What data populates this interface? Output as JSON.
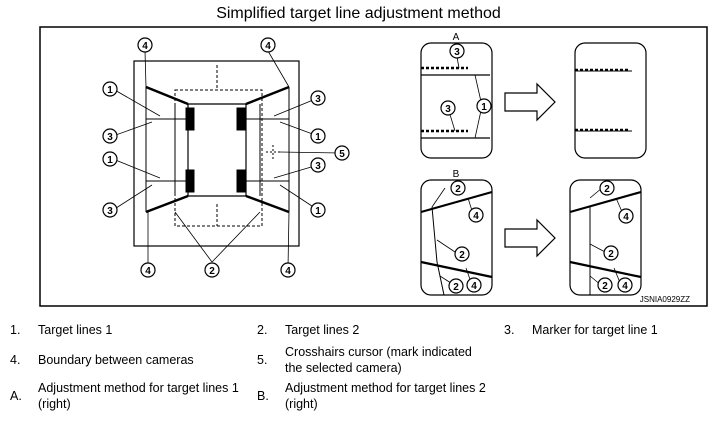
{
  "title": "Simplified target line adjustment method",
  "figure": {
    "callouts": [
      "1",
      "2",
      "3",
      "4",
      "5"
    ],
    "panel_a_label": "A",
    "panel_b_label": "B",
    "figure_code": "JSNIA0929ZZ"
  },
  "legend": [
    {
      "key": "1.",
      "text": "Target lines 1"
    },
    {
      "key": "2.",
      "text": "Target lines 2"
    },
    {
      "key": "3.",
      "text": "Marker for target line 1"
    },
    {
      "key": "4.",
      "text": "Boundary between cameras"
    },
    {
      "key": "5.",
      "text": "Crosshairs cursor (mark indicated the selected camera)"
    },
    {
      "key": "A.",
      "text": "Adjustment method for target lines 1 (right)"
    },
    {
      "key": "B.",
      "text": "Adjustment method for target lines 2 (right)"
    }
  ]
}
